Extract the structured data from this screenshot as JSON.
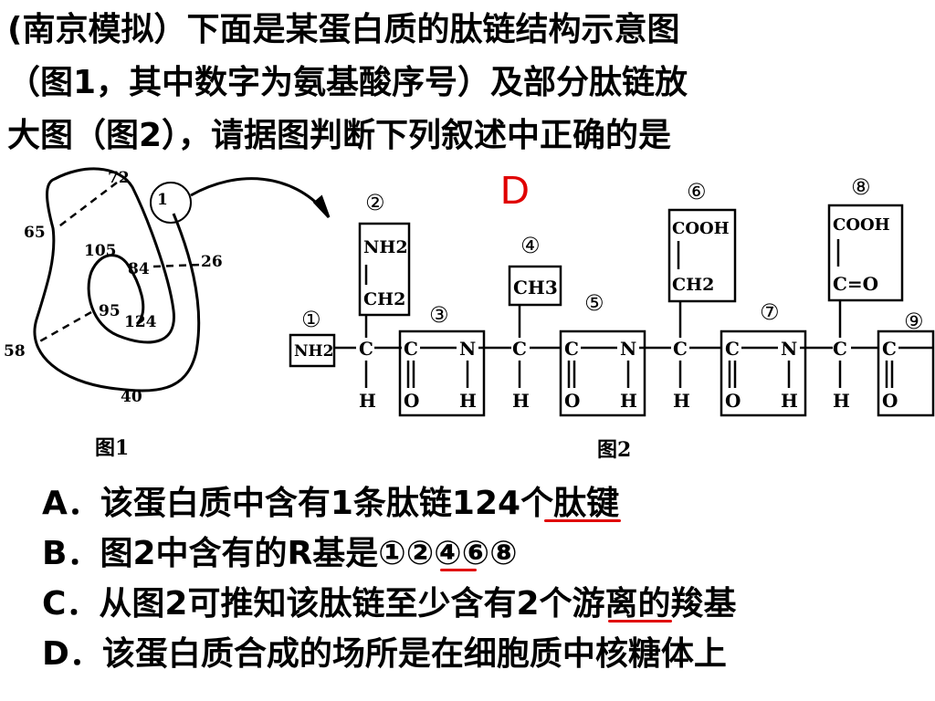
{
  "question": {
    "line1": "(南京模拟）下面是某蛋白质的肽链结构示意图",
    "line2": "（图1，其中数字为氨基酸序号）及部分肽链放",
    "line3": "大图（图2），请据图判断下列叙述中正确的是"
  },
  "answer_mark": "D",
  "figure1": {
    "caption": "图1",
    "numbers": [
      "72",
      "1",
      "65",
      "105",
      "84",
      "26",
      "95",
      "124",
      "58",
      "40"
    ]
  },
  "figure2": {
    "caption": "图2",
    "circled": [
      "①",
      "②",
      "③",
      "④",
      "⑤",
      "⑥",
      "⑦",
      "⑧",
      "⑨"
    ],
    "nh2": "NH2",
    "ch3": "CH3",
    "ch2": "CH2",
    "cooh": "COOH",
    "c": "C",
    "n": "N",
    "h": "H",
    "o": "O",
    "dbl": "C=O"
  },
  "options": {
    "a_pre": "A．该蛋白质中含有1条肽链",
    "a_mark": "124个",
    "a_post": "肽键",
    "b_pre": "B．图2中含有的R基是",
    "b_mark": "①",
    "b_post": "②④⑥⑧",
    "c_pre": "C．从图2可推知该肽链至少含有",
    "c_mark": "2个",
    "c_post": "游离的羧基",
    "d_text": "D．该蛋白质合成的场所是在细胞质中核糖体上"
  },
  "colors": {
    "accent": "#e00000",
    "text": "#000000"
  }
}
